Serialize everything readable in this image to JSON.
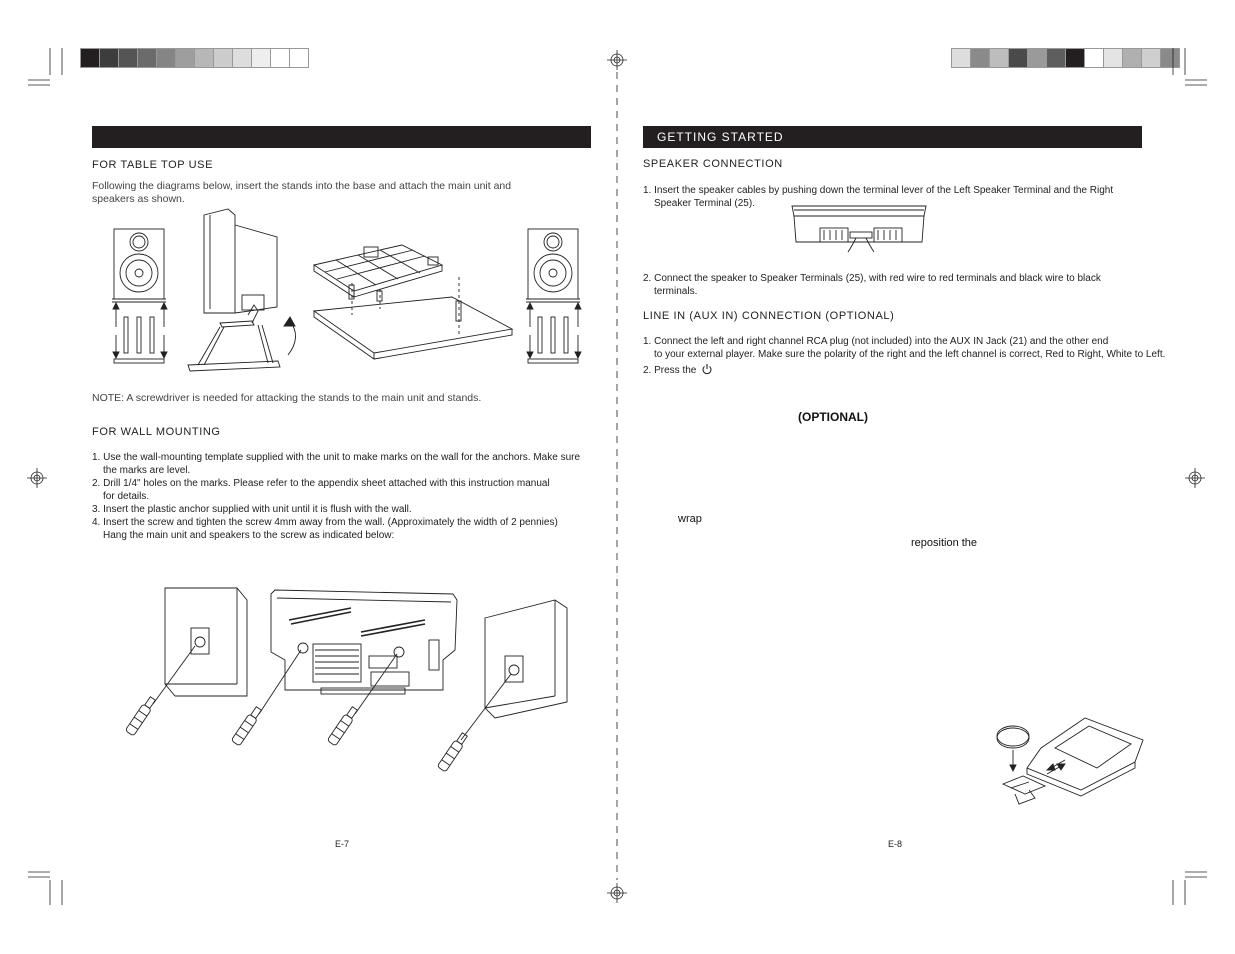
{
  "colors": {
    "bar": "#231f20",
    "left_swatches": [
      "#231f20",
      "#3d3d3d",
      "#555555",
      "#6b6b6b",
      "#858585",
      "#9e9e9e",
      "#b7b7b7",
      "#cccccc",
      "#dddddd",
      "#eeeeee",
      "#ffffff",
      "#ffffff"
    ],
    "right_swatches": [
      "#dddddd",
      "#8a8a8a",
      "#bdbdbd",
      "#4a4a4a",
      "#9a9a9a",
      "#5e5e5e",
      "#231f20",
      "#ffffff",
      "#e4e4e4",
      "#b0b0b0",
      "#cfcfcf",
      "#8a8a8a"
    ]
  },
  "left": {
    "header": "",
    "table_top": {
      "heading": "FOR TABLE TOP USE",
      "intro": "Following the diagrams below, insert the stands into the base and attach the main unit and speakers as shown."
    },
    "note": "NOTE: A screwdriver is needed for attacking the stands to the main unit and stands.",
    "wall": {
      "heading": "FOR WALL MOUNTING",
      "steps": [
        {
          "num": "1.",
          "line1": "Use the wall-mounting template supplied with the unit to make marks on the wall for the anchors. Make sure",
          "line2": "the marks are level."
        },
        {
          "num": "2.",
          "line1": "Drill 1/4\" holes on the marks. Please refer to the appendix sheet attached with this instruction manual",
          "line2": "for details."
        },
        {
          "num": "3.",
          "line1": "Insert the plastic anchor supplied with unit until it is flush with the wall.",
          "line2": ""
        },
        {
          "num": "4.",
          "line1": "Insert the screw and tighten the screw 4mm away from the wall. (Approximately the width of 2 pennies)",
          "line2": "Hang the main unit and speakers to the screw as indicated below:"
        }
      ]
    },
    "page_number": "E-7"
  },
  "right": {
    "header": "GETTING STARTED",
    "speaker": {
      "heading": "SPEAKER CONNECTION",
      "steps": [
        {
          "num": "1.",
          "line1": "Insert the speaker cables by pushing down the terminal lever of the Left Speaker Terminal and the Right",
          "line2": "Speaker Terminal (25)."
        },
        {
          "num": "2.",
          "line1": "Connect the speaker to Speaker Terminals (25), with red wire to red terminals and black wire to black",
          "line2": "terminals."
        }
      ]
    },
    "line_in": {
      "heading": "LINE IN (AUX IN) CONNECTION (OPTIONAL)",
      "steps": [
        {
          "num": "1.",
          "line1": "Connect the left and right channel RCA plug (not included) into the AUX IN Jack (21) and the other end",
          "line2": "to your external player. Make sure the polarity of the right and the left channel is correct, Red to Right, White to Left."
        },
        {
          "num": "2.",
          "line1": "Press the",
          "line2": ""
        }
      ]
    },
    "fragments": {
      "optional": "(OPTIONAL)",
      "wrap": "wrap",
      "reposition": "reposition the"
    },
    "page_number": "E-8"
  }
}
